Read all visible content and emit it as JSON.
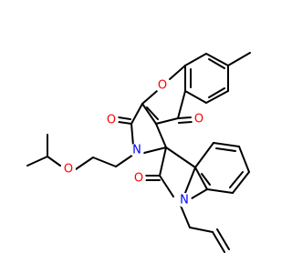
{
  "molecule": {
    "colors": {
      "bond": "#000000",
      "oxygen": "#ff0000",
      "nitrogen": "#0000ff",
      "background": "#ffffff"
    },
    "atoms": {
      "ring_oxygen": "O",
      "ketone_oxygen": "O",
      "lactam_oxygen_upper": "O",
      "lactam_nitrogen_upper": "N",
      "ether_oxygen": "O",
      "lactam_oxygen_lower": "O",
      "lactam_nitrogen_lower": "N"
    }
  }
}
